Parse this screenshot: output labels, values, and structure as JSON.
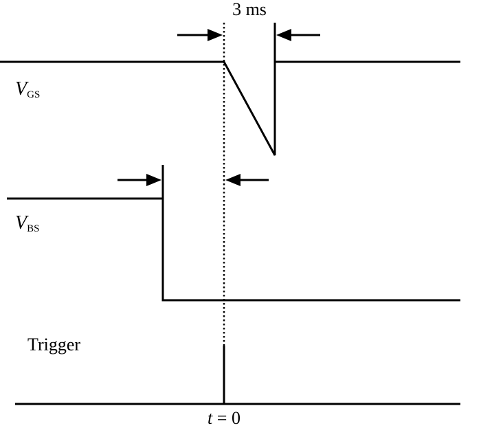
{
  "interval_label": "3 ms",
  "signals": {
    "vgs": {
      "symbol": "V",
      "subscript": "GS"
    },
    "vbs": {
      "symbol": "V",
      "subscript": "BS"
    },
    "trigger": {
      "label": "Trigger"
    }
  },
  "time_marker": {
    "variable": "t",
    "rest": " = 0"
  }
}
